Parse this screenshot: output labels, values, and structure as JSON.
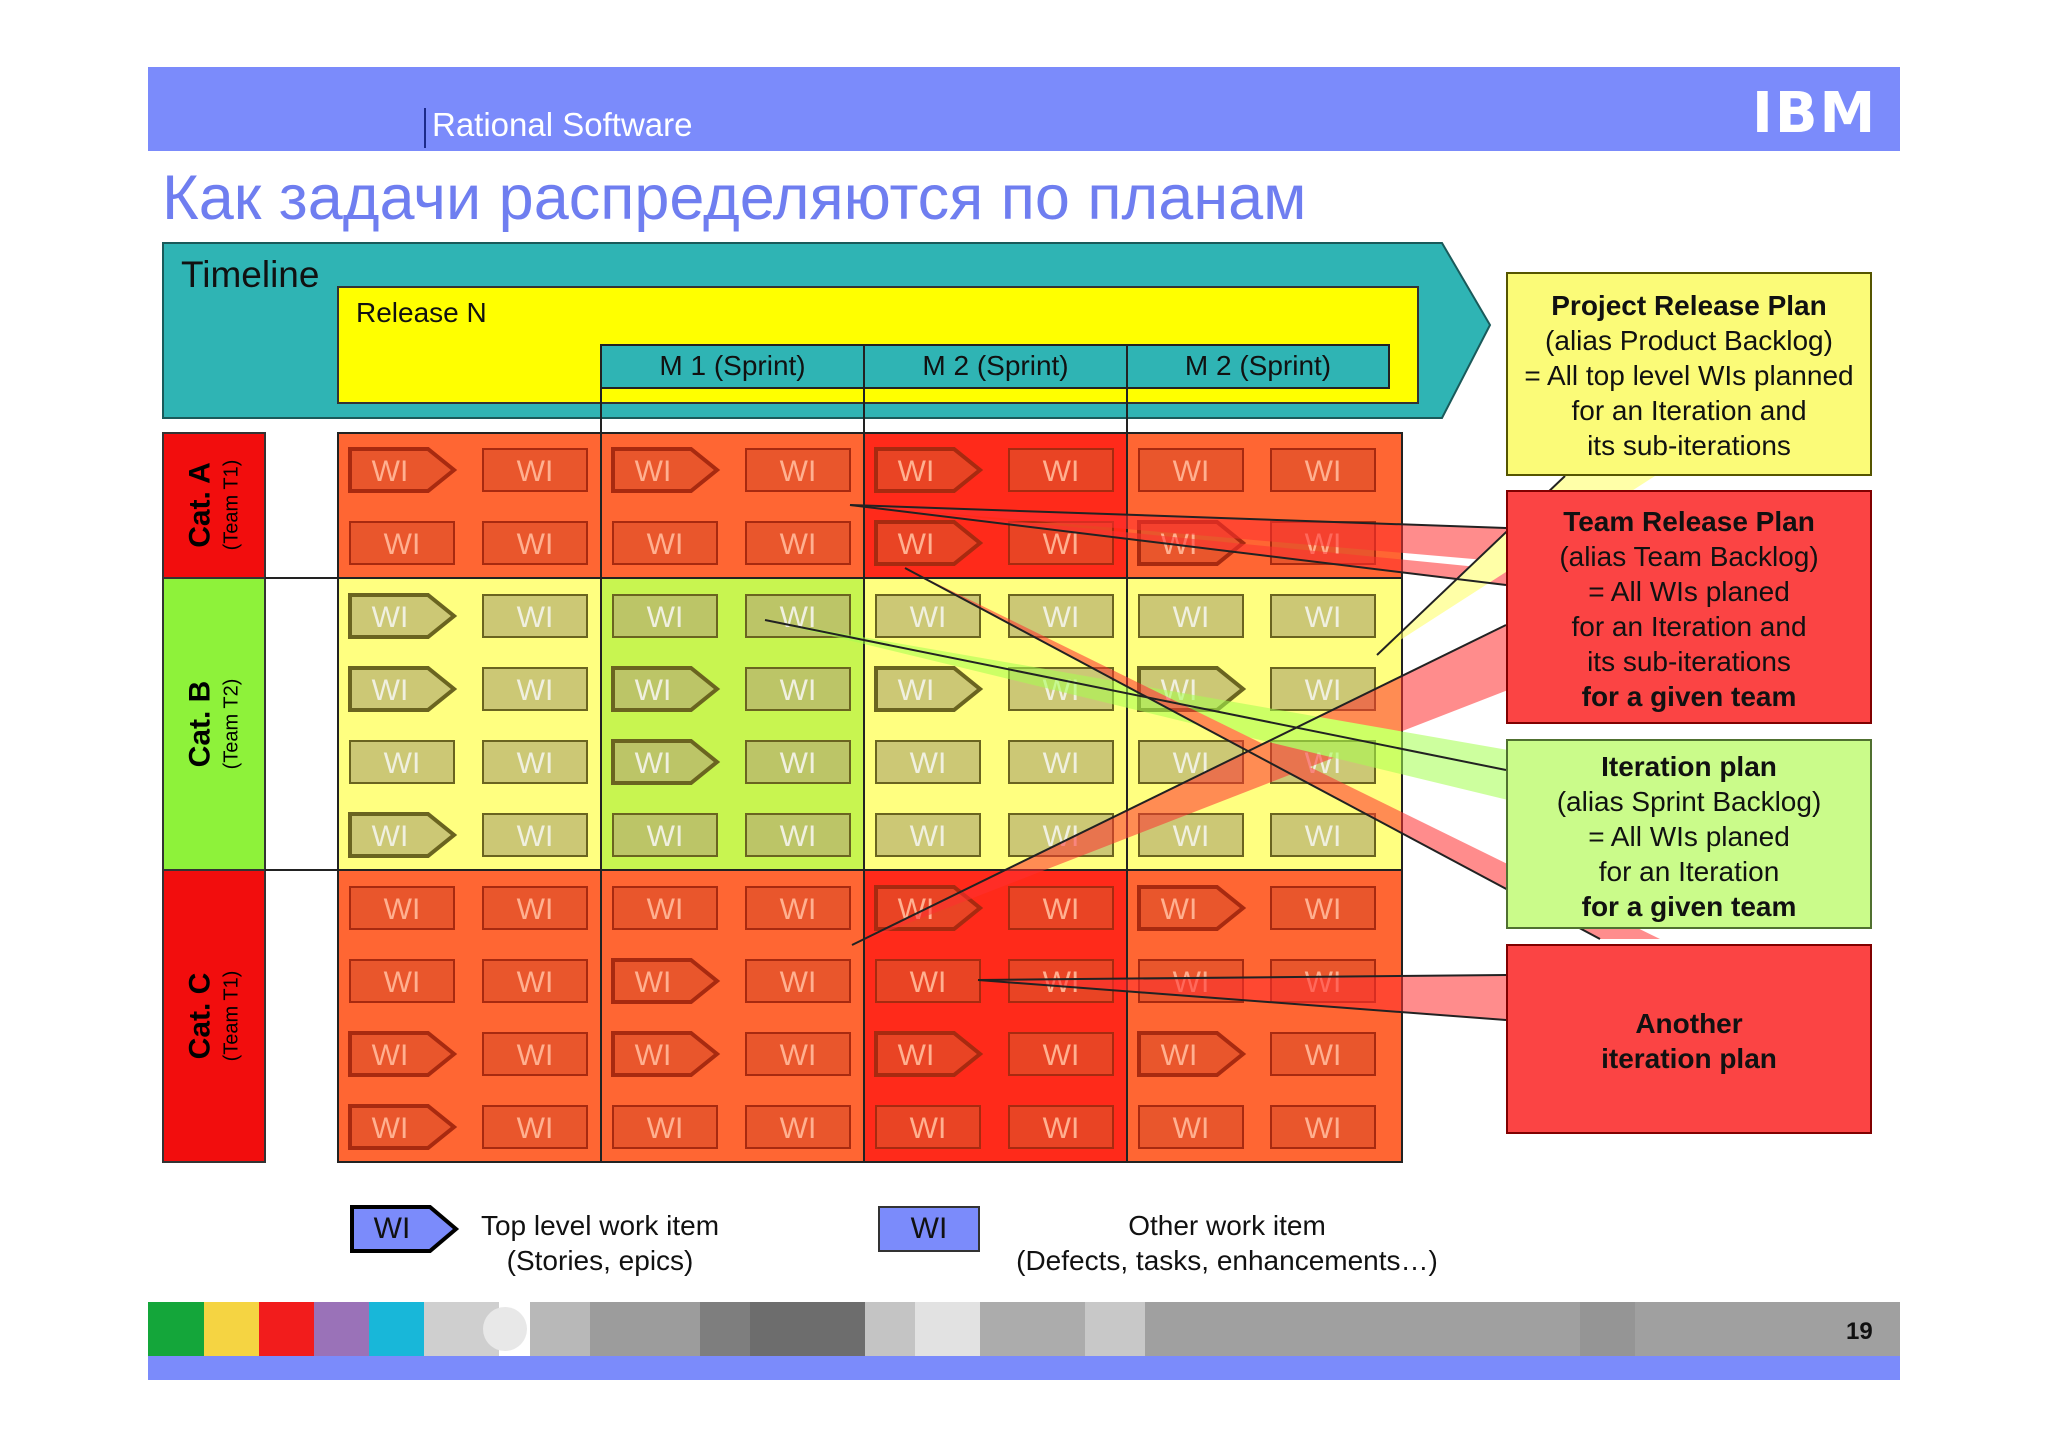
{
  "header": {
    "subtitle": "Rational Software",
    "logo_text": "IBM"
  },
  "slide_title": "Как задачи распределяются по планам",
  "timeline": {
    "label": "Timeline",
    "release_label": "Release N",
    "sprints": [
      "M 1 (Sprint)",
      "M 2 (Sprint)",
      "M 2 (Sprint)"
    ]
  },
  "categories": [
    {
      "name": "Cat. A",
      "team": "(Team T1)",
      "color": "#f20d0d"
    },
    {
      "name": "Cat. B",
      "team": "(Team T2)",
      "color": "#8ef23a"
    },
    {
      "name": "Cat. C",
      "team": "(Team T1)",
      "color": "#f20d0d"
    }
  ],
  "wi_label": "WI",
  "callouts": {
    "project_release_plan": [
      "Project Release Plan",
      "(alias Product Backlog)",
      "= All top level WIs planned",
      "for an Iteration and",
      "its sub-iterations"
    ],
    "team_release_plan": [
      "Team Release Plan",
      "(alias Team Backlog)",
      "= All WIs planed",
      "for an Iteration and",
      "its sub-iterations",
      "for a given team"
    ],
    "iteration_plan": [
      "Iteration plan",
      "(alias Sprint Backlog)",
      "= All WIs planed",
      "for an Iteration",
      "for a given team"
    ],
    "another_iteration_plan": [
      "Another",
      "iteration plan"
    ]
  },
  "legend": {
    "top_level": {
      "box_label": "WI",
      "line1": "Top level work item",
      "line2": "(Stories, epics)"
    },
    "other": {
      "box_label": "WI",
      "line1": "Other work item",
      "line2": "(Defects, tasks, enhancements…)"
    }
  },
  "page_number": "19",
  "colors": {
    "header": "#7b8bfb",
    "title": "#6f7ef0",
    "timeline": "#2fb4b4",
    "release": "#ffff00",
    "red_cell": "#ff6633",
    "yellow_cell": "#ffff80",
    "green_cell": "#c8f550",
    "dark_red_cell": "#ff2a1a"
  }
}
